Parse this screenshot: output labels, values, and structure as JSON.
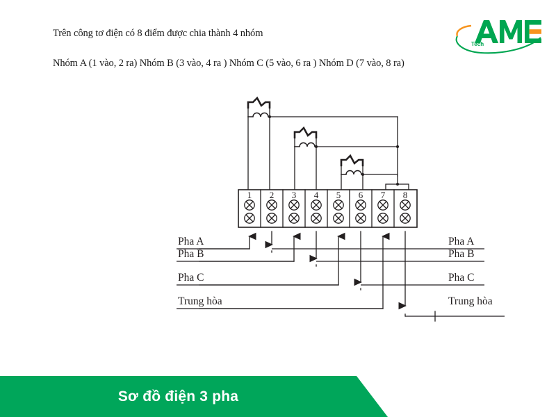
{
  "header": {
    "line1": "Trên công tơ điện có 8 điểm được chia thành 4 nhóm",
    "line2": "Nhóm A (1 vào, 2 ra) Nhóm B (3 vào, 4 ra ) Nhóm C (5 vào, 6 ra ) Nhóm D (7 vào, 8 ra)"
  },
  "logo": {
    "name": "AME",
    "tagline": "Tech",
    "green": "#00a651",
    "orange": "#f7941e"
  },
  "banner": {
    "title": "Sơ đồ điện 3 pha",
    "background": "#00a65a",
    "text_color": "#ffffff"
  },
  "diagram": {
    "line_color": "#231f20",
    "terminal_block": {
      "label": "Terminal block with 8 screw terminals",
      "terminals": [
        {
          "number": "1",
          "direction": "in"
        },
        {
          "number": "2",
          "direction": "out"
        },
        {
          "number": "3",
          "direction": "in"
        },
        {
          "number": "4",
          "direction": "out"
        },
        {
          "number": "5",
          "direction": "in"
        },
        {
          "number": "6",
          "direction": "out"
        },
        {
          "number": "7",
          "direction": "in"
        },
        {
          "number": "8",
          "direction": "out"
        }
      ]
    },
    "current_transformers": [
      {
        "id": "ct-a",
        "group": "A"
      },
      {
        "id": "ct-b",
        "group": "B"
      },
      {
        "id": "ct-c",
        "group": "C"
      }
    ],
    "left_labels": [
      "Pha A",
      "Pha B",
      "Pha C",
      "Trung hòa"
    ],
    "right_labels": [
      "Pha A",
      "Pha B",
      "Pha C",
      "Trung hòa"
    ]
  }
}
